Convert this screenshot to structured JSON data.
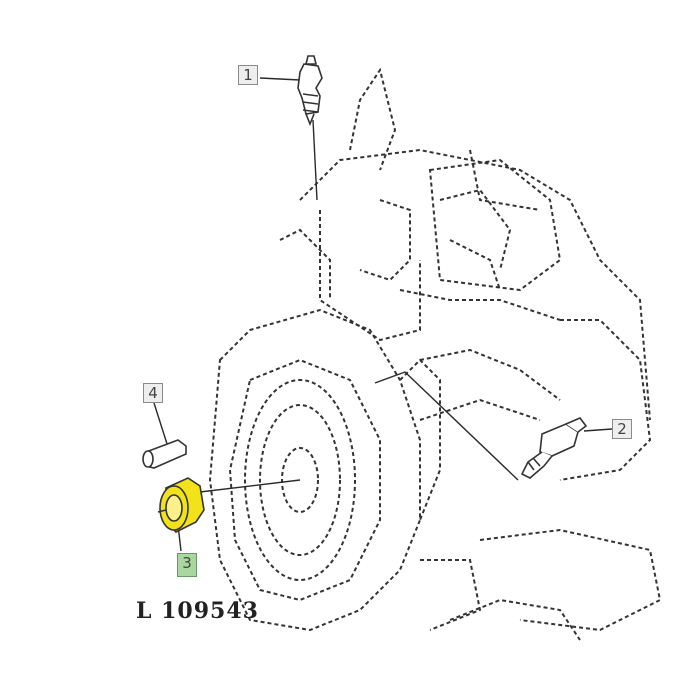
{
  "callouts": {
    "c1": "1",
    "c2": "2",
    "c3": "3",
    "c4": "4"
  },
  "reference_code": "L 109543",
  "colors": {
    "highlight": "#f2e21a",
    "callout_green": "#a9d7a0",
    "line": "#2a2a2a",
    "callout_gray": "#eeeeee"
  }
}
